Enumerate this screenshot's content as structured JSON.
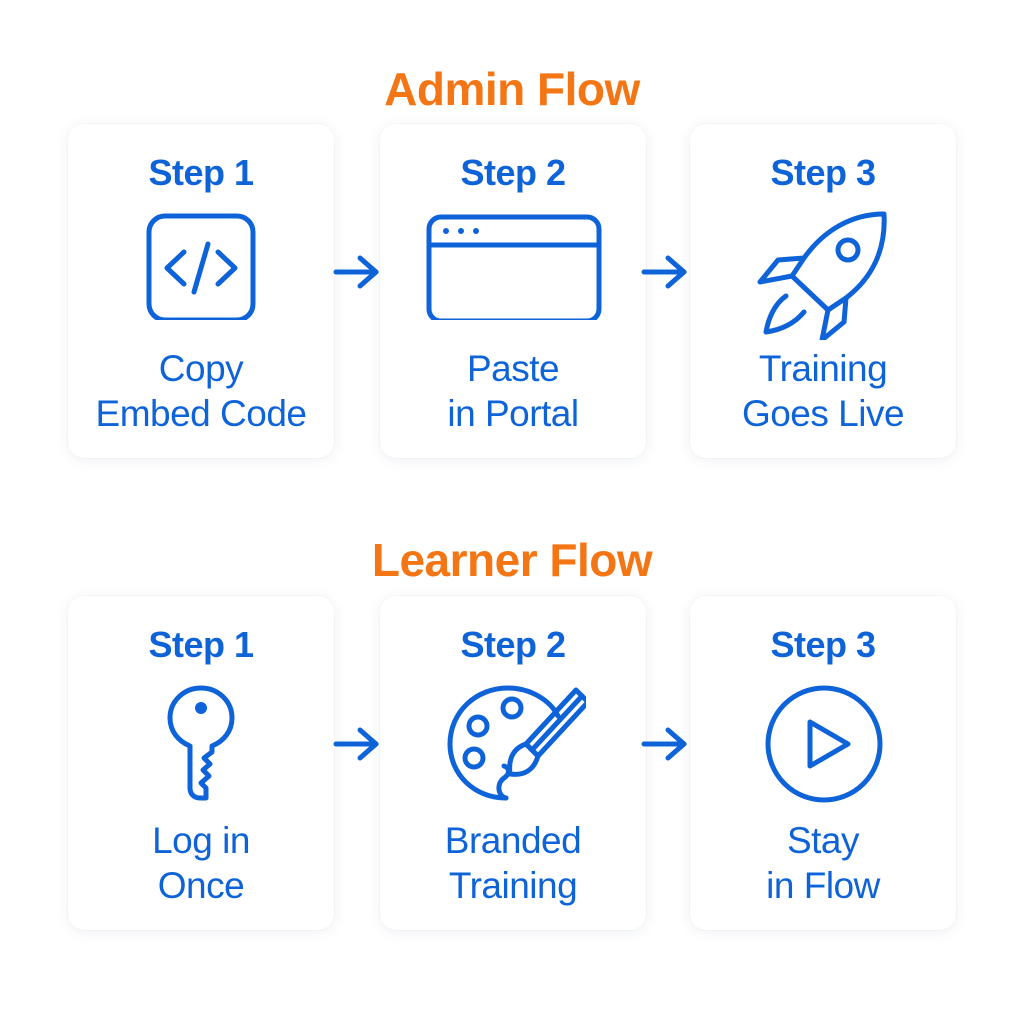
{
  "colors": {
    "accent": "#0e63d9",
    "heading": "#f47514",
    "background": "#ffffff"
  },
  "admin": {
    "title": "Admin Flow",
    "steps": [
      {
        "label": "Step 1",
        "icon": "code-icon",
        "line1": "Copy",
        "line2": "Embed Code"
      },
      {
        "label": "Step 2",
        "icon": "browser-window-icon",
        "line1": "Paste",
        "line2": "in Portal"
      },
      {
        "label": "Step 3",
        "icon": "rocket-icon",
        "line1": "Training",
        "line2": "Goes Live"
      }
    ]
  },
  "learner": {
    "title": "Learner Flow",
    "steps": [
      {
        "label": "Step 1",
        "icon": "key-icon",
        "line1": "Log in",
        "line2": "Once"
      },
      {
        "label": "Step 2",
        "icon": "palette-icon",
        "line1": "Branded",
        "line2": "Training"
      },
      {
        "label": "Step 3",
        "icon": "play-icon",
        "line1": "Stay",
        "line2": "in Flow"
      }
    ]
  }
}
